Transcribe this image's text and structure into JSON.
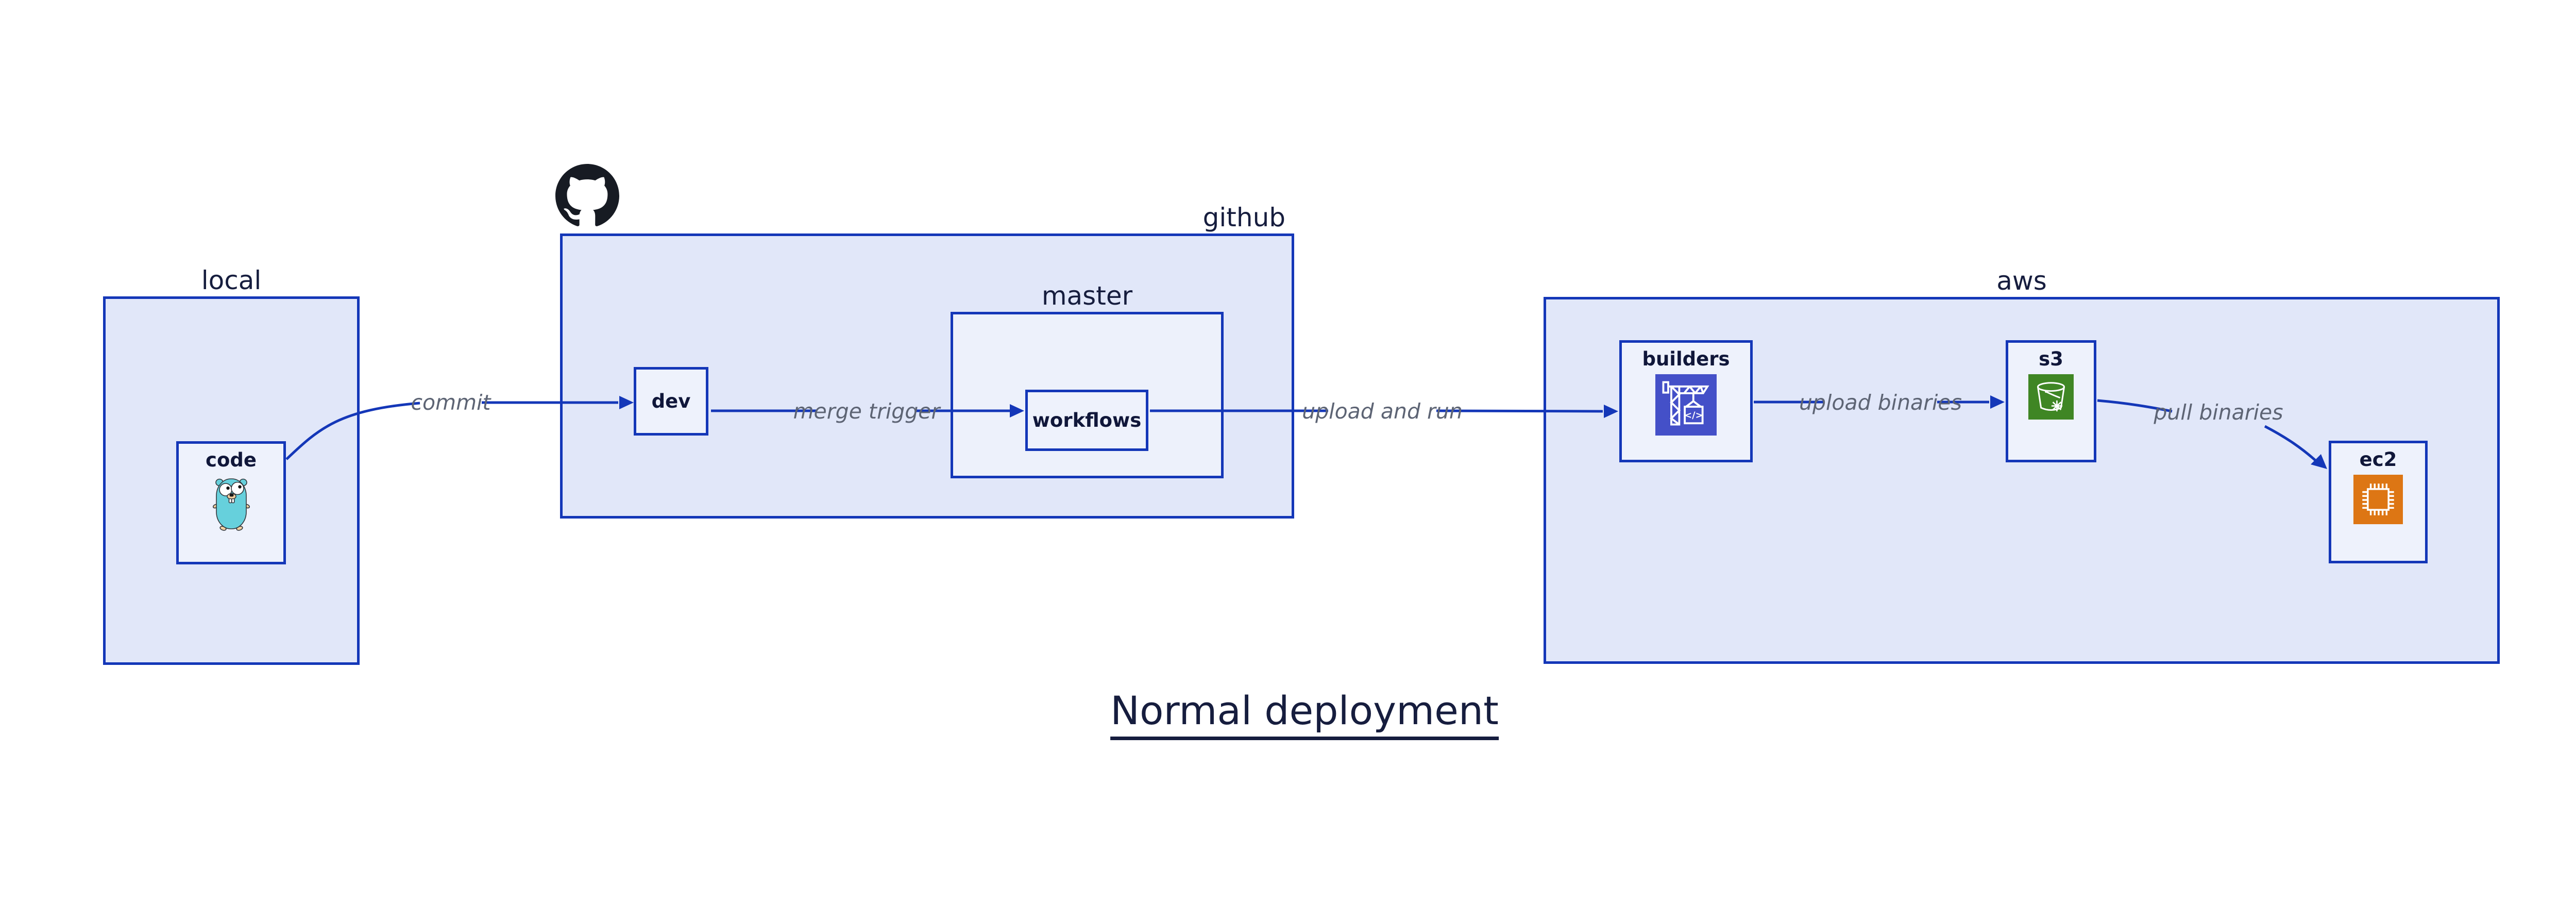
{
  "title": "Normal deployment",
  "theme": {
    "bg": "#ffffff",
    "container_fill": "#e1e7f9",
    "inner_fill": "#edf1fb",
    "node_fill": "#eef2fc",
    "line_blue": "#1437b8",
    "label_dark": "#161d3e",
    "edge_gray": "#5d6474",
    "codebuild_purple": "#4450c8",
    "s3_green": "#3F8624",
    "ec2_orange": "#DD7614",
    "gopher_teal": "#66D0DC",
    "logo_dark": "#171b23"
  },
  "containers": {
    "local": {
      "label": "local"
    },
    "github": {
      "label": "github",
      "logo_icon": "github-logo-icon"
    },
    "master": {
      "label": "master"
    },
    "aws": {
      "label": "aws"
    }
  },
  "nodes": {
    "code": {
      "label": "code",
      "icon": "go-gopher-icon"
    },
    "dev": {
      "label": "dev"
    },
    "workflows": {
      "label": "workflows"
    },
    "builders": {
      "label": "builders",
      "icon": "aws-codebuild-icon"
    },
    "s3": {
      "label": "s3",
      "icon": "aws-s3-glacier-icon"
    },
    "ec2": {
      "label": "ec2",
      "icon": "aws-ec2-icon"
    }
  },
  "edges": [
    {
      "from": "code",
      "to": "dev",
      "label": "commit"
    },
    {
      "from": "dev",
      "to": "workflows",
      "label": "merge trigger"
    },
    {
      "from": "workflows",
      "to": "builders",
      "label": "upload and run"
    },
    {
      "from": "builders",
      "to": "s3",
      "label": "upload binaries"
    },
    {
      "from": "s3",
      "to": "ec2",
      "label": "pull binaries"
    }
  ]
}
